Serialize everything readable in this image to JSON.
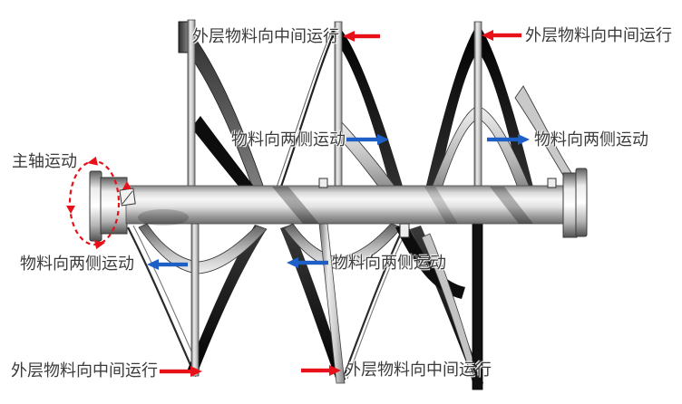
{
  "figure": {
    "type": "mixer-blade-motion-diagram",
    "background": "#ffffff"
  },
  "colors": {
    "red": "#e8111a",
    "blue": "#1d5fc4",
    "text": "#3b3b3b"
  },
  "annotations": {
    "shaft_motion": {
      "text": "主轴运动",
      "marker": "red-dashed-rotation-ellipse"
    },
    "top_left": {
      "text": "外层物料向中间运行",
      "arrow": "red-left"
    },
    "top_right": {
      "text": "外层物料向中间运行",
      "arrow": "red-left"
    },
    "mid_left": {
      "text": "物料向两侧运动",
      "arrow": "blue-right"
    },
    "mid_right": {
      "text": "物料向两侧运动",
      "arrow": "blue-right"
    },
    "lower_left": {
      "text": "物料向两侧运动",
      "arrow": "blue-left"
    },
    "lower_center": {
      "text": "物料向两侧运动",
      "arrow": "blue-left"
    },
    "bottom_left": {
      "text": "外层物料向中间运行",
      "arrow": "red-right"
    },
    "bottom_center": {
      "text": "外层物料向中间运行",
      "arrow": "red-right"
    }
  }
}
